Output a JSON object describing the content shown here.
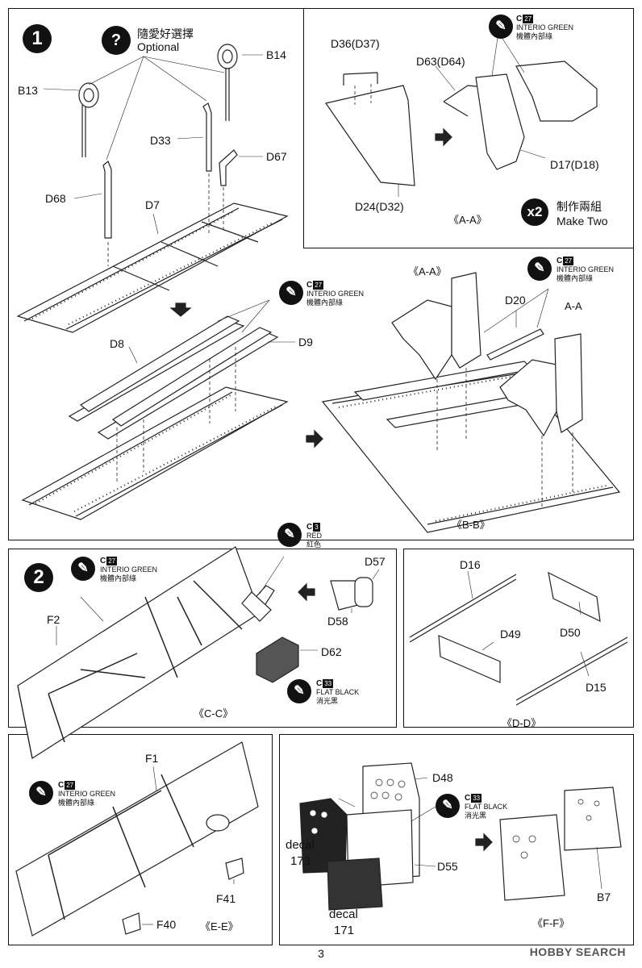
{
  "step1": {
    "number": "1",
    "optional_cn": "隨愛好選擇",
    "optional_en": "Optional",
    "parts": {
      "b13": "B13",
      "b14": "B14",
      "d33": "D33",
      "d67": "D67",
      "d68": "D68",
      "d7": "D7",
      "d8": "D8",
      "d9": "D9"
    },
    "paint": {
      "code": "C",
      "num": "27",
      "en": "INTERIO GREEN",
      "cn": "機體內部綠"
    }
  },
  "aa_box": {
    "parts": {
      "d36": "D36(D37)",
      "d63": "D63(D64)",
      "d17": "D17(D18)",
      "d24": "D24(D32)"
    },
    "section": "《A-A》",
    "paint": {
      "code": "C",
      "num": "27",
      "en": "INTERIO GREEN",
      "cn": "機體內部綠"
    },
    "make_two": {
      "mult": "x2",
      "cn": "制作兩組",
      "en": "Make Two"
    }
  },
  "bb_box": {
    "aa_left": "《A-A》",
    "aa_right": "A-A",
    "d20": "D20",
    "section": "《B-B》",
    "paint": {
      "code": "C",
      "num": "27",
      "en": "INTERIO GREEN",
      "cn": "機體內部綠"
    }
  },
  "step2": {
    "number": "2",
    "f2": "F2",
    "d57": "D57",
    "d58": "D58",
    "d62": "D62",
    "section": "《C-C》",
    "paint_green": {
      "code": "C",
      "num": "27",
      "en": "INTERIO GREEN",
      "cn": "機體內部綠"
    },
    "paint_red": {
      "code": "C",
      "num": "3",
      "en": "RED",
      "cn": "紅色"
    },
    "paint_black": {
      "code": "C",
      "num": "33",
      "en": "FLAT BLACK",
      "cn": "消光黑"
    }
  },
  "dd_box": {
    "d16": "D16",
    "d49": "D49",
    "d50": "D50",
    "d15": "D15",
    "section": "《D-D》"
  },
  "ee_box": {
    "f1": "F1",
    "f41": "F41",
    "f40": "F40",
    "section": "《E-E》",
    "paint": {
      "code": "C",
      "num": "27",
      "en": "INTERIO GREEN",
      "cn": "機體內部綠"
    }
  },
  "ff_box": {
    "d48": "D48",
    "d55": "D55",
    "b7": "B7",
    "decal1_label": "decal",
    "decal1_num": "173",
    "decal2_label": "decal",
    "decal2_num": "171",
    "section": "《F-F》",
    "paint": {
      "code": "C",
      "num": "33",
      "en": "FLAT BLACK",
      "cn": "消光黑"
    }
  },
  "page_number": "3",
  "watermark": "HOBBY SEARCH"
}
